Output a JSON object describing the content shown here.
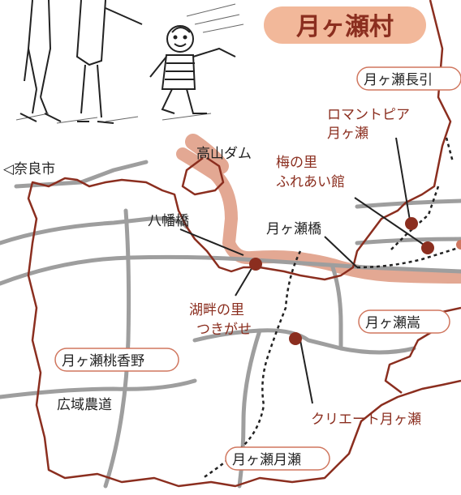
{
  "title": "月ヶ瀬村",
  "direction_label": "◁奈良市",
  "colors": {
    "border": "#8b2e1f",
    "road": "#9e9e9e",
    "river": "#e3a893",
    "title_bg": "#f2b89a",
    "marker": "#8b2e1f",
    "text_dark": "#222222",
    "text_red": "#8b2e1f",
    "sketch_bg": "#ffffff"
  },
  "area_labels": [
    {
      "name": "高山ダム"
    },
    {
      "name": "八幡橋"
    },
    {
      "name": "月ヶ瀬橋"
    },
    {
      "name": "広域農道"
    }
  ],
  "district_labels": [
    {
      "name": "月ヶ瀬長引"
    },
    {
      "name": "月ヶ瀬嵩"
    },
    {
      "name": "月ヶ瀬桃香野"
    },
    {
      "name": "月ヶ瀬月瀬"
    }
  ],
  "facilities": [
    {
      "name_line1": "ロマントピア",
      "name_line2": "月ヶ瀬"
    },
    {
      "name_line1": "梅の里",
      "name_line2": "ふれあい館"
    },
    {
      "name_line1": "湖畔の里",
      "name_line2": "つきがせ"
    },
    {
      "name_line1": "クリエート月ヶ瀬",
      "name_line2": ""
    }
  ],
  "illustration": {
    "icon": "family-walking-sketch"
  }
}
